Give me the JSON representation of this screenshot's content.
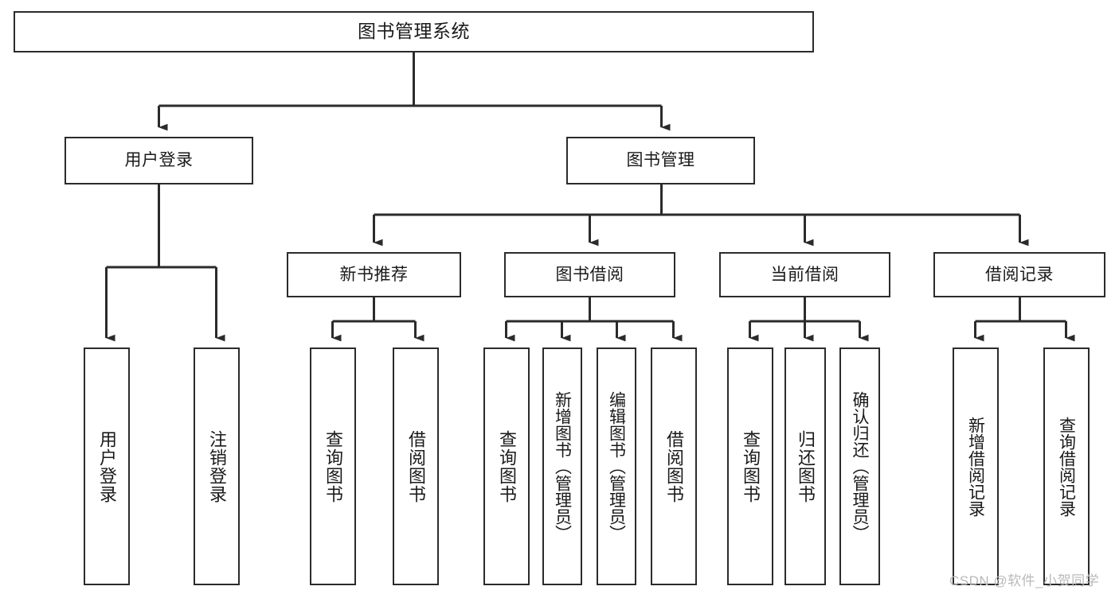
{
  "diagram": {
    "kind": "functional-structure-tree",
    "watermark": "CSDN @软件_小贺同学",
    "colors": {
      "stroke": "#2b2b2b",
      "background": "#ffffff",
      "text": "#1a1a1a",
      "watermark": "#b9b9b9"
    },
    "root": {
      "id": "root",
      "label": "图书管理系统"
    },
    "level2": [
      {
        "id": "user-login",
        "label": "用户登录"
      },
      {
        "id": "book-manage",
        "label": "图书管理"
      }
    ],
    "level3": [
      {
        "id": "new-book-recommend",
        "label": "新书推荐"
      },
      {
        "id": "book-borrow",
        "label": "图书借阅"
      },
      {
        "id": "current-borrow",
        "label": "当前借阅"
      },
      {
        "id": "borrow-record",
        "label": "借阅记录"
      }
    ],
    "leaves": {
      "user_login": [
        {
          "id": "leaf-user-login",
          "label": "用户登录"
        },
        {
          "id": "leaf-user-logout",
          "label": "注销登录"
        }
      ],
      "new_book_recommend": [
        {
          "id": "leaf-query-book-1",
          "label": "查询图书"
        },
        {
          "id": "leaf-borrow-book-1",
          "label": "借阅图书"
        }
      ],
      "book_borrow": [
        {
          "id": "leaf-query-book-2",
          "label": "查询图书"
        },
        {
          "id": "leaf-add-book",
          "label": "新增图书（管理员）"
        },
        {
          "id": "leaf-edit-book",
          "label": "编辑图书（管理员）"
        },
        {
          "id": "leaf-borrow-book-2",
          "label": "借阅图书"
        }
      ],
      "current_borrow": [
        {
          "id": "leaf-query-book-3",
          "label": "查询图书"
        },
        {
          "id": "leaf-return-book",
          "label": "归还图书"
        },
        {
          "id": "leaf-confirm-return",
          "label": "确认归还（管理员）"
        }
      ],
      "borrow_record": [
        {
          "id": "leaf-add-record",
          "label": "新增借阅记录"
        },
        {
          "id": "leaf-query-record",
          "label": "查询借阅记录"
        }
      ]
    }
  }
}
